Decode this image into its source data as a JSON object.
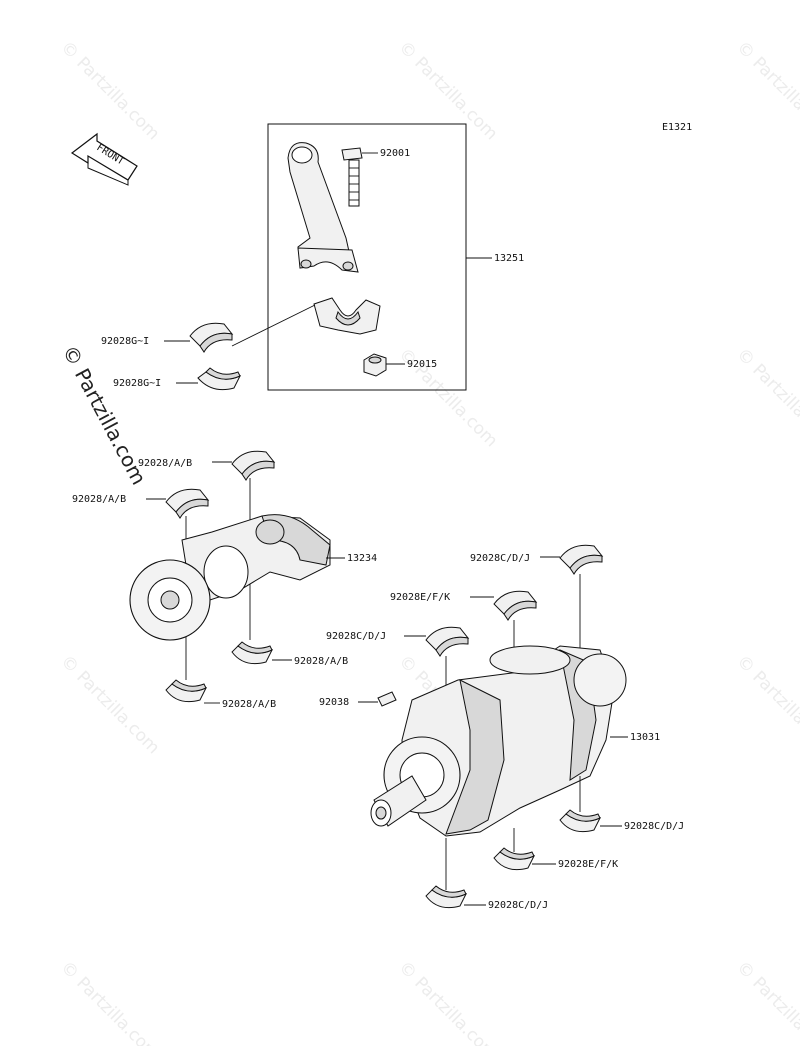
{
  "diagram_code": "E1321",
  "front_label": "FRONT",
  "watermark_text": "© Partzilla.com",
  "callouts": {
    "p92001": "92001",
    "p13251": "13251",
    "p92015": "92015",
    "p92028gi_a": "92028G~I",
    "p92028gi_b": "92028G~I",
    "p92028ab_1": "92028/A/B",
    "p92028ab_2": "92028/A/B",
    "p13234": "13234",
    "p92028ab_3": "92028/A/B",
    "p92028ab_4": "92028/A/B",
    "p92028cdj_1": "92028C/D/J",
    "p92028efk_1": "92028E/F/K",
    "p92028cdj_2": "92028C/D/J",
    "p92038": "92038",
    "p13031": "13031",
    "p92028cdj_3": "92028C/D/J",
    "p92028efk_2": "92028E/F/K",
    "p92028cdj_4": "92028C/D/J"
  },
  "colors": {
    "ink": "#111111",
    "watermark": "#ececec",
    "part_fill": "#f1f1f1"
  }
}
